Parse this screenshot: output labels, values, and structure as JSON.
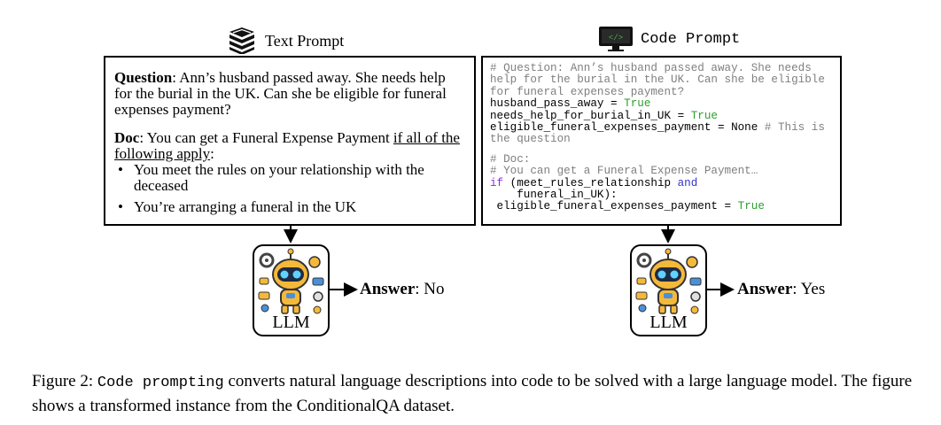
{
  "headers": {
    "text_prompt": "Text Prompt",
    "code_prompt": "Code Prompt",
    "text_icon": "stacked-books-icon",
    "code_icon": "code-monitor-icon"
  },
  "text_panel": {
    "question_label": "Question",
    "question_text": ": Ann’s husband passed away. She needs help for the burial in the UK. Can she be eligible for funeral expenses payment?",
    "doc_label": "Doc",
    "doc_text_a": ": You can get a Funeral Expense Payment ",
    "doc_text_underlined": "if all of the following apply",
    "doc_text_b": ":",
    "bullets": [
      "You meet the rules on your relationship with the deceased",
      "You’re arranging a funeral in the UK"
    ]
  },
  "code_panel": {
    "comment_q1": "# Question: Ann’s husband passed away. She needs",
    "comment_q2": "help for the burial in the UK. Can she be eligible",
    "comment_q3": "for funeral expenses payment?",
    "var1": "husband_pass_away = ",
    "var2": "needs_help_for_burial_in_UK = ",
    "var3": "eligible_funeral_expenses_payment = None ",
    "var3_comment_a": "# This is",
    "var3_comment_b": "the question",
    "true_literal": "True",
    "comment_doc": "# Doc:",
    "comment_doc_text": "# You can get a Funeral Expense Payment…",
    "if_kw": "if",
    "if_cond_a": " (meet_rules_relationship ",
    "and_kw": "and",
    "if_cond_b": "    funeral_in_UK):",
    "assign": " eligible_funeral_expenses_payment = "
  },
  "left_llm": {
    "label": "LLM",
    "answer_label": "Answer",
    "answer_value": ": No",
    "icon": "robot-icon"
  },
  "right_llm": {
    "label": "LLM",
    "answer_label": "Answer",
    "answer_value": ": Yes",
    "icon": "robot-icon"
  },
  "caption": {
    "lead": "Figure 2: ",
    "code_term": "Code prompting",
    "rest": " converts natural language descriptions into code to be solved with a large language model. The figure shows a transformed instance from the ConditionalQA dataset."
  },
  "colors": {
    "true": "#2e9e2e",
    "comment": "#7f7f7f",
    "keyword": "#8a2be2",
    "and": "#3333cc",
    "robot": "#2b6cb0"
  }
}
